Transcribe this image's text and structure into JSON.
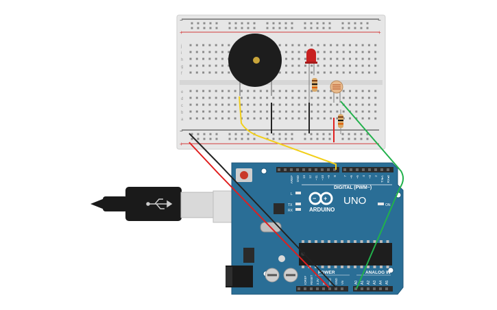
{
  "board": {
    "brand": "ARDUINO",
    "model": "UNO",
    "digital_label": "DIGITAL (PWM~)",
    "power_label": "POWER",
    "analog_label": "ANALOG IN",
    "digital_pins": [
      "AREF",
      "GND",
      "13",
      "12",
      "~11",
      "~10",
      "~9",
      "8",
      "7",
      "~6",
      "~5",
      "4",
      "~3",
      "2",
      "TX▸1",
      "RX◂0"
    ],
    "power_pins": [
      "IOREF",
      "RESET",
      "3.3V",
      "5V",
      "GND",
      "GND",
      "Vin"
    ],
    "analog_pins": [
      "A0",
      "A1",
      "A2",
      "A3",
      "A4",
      "A5"
    ],
    "led_labels": {
      "l": "L",
      "tx": "TX",
      "rx": "RX",
      "on": "ON"
    }
  },
  "breadboard": {
    "row_letters_top": [
      "j",
      "i",
      "h",
      "g",
      "f"
    ],
    "row_letters_bottom": [
      "e",
      "d",
      "c",
      "b",
      "a"
    ],
    "rail_plus": "+",
    "rail_minus": "−"
  },
  "colors": {
    "board": "#2a6e96",
    "board_edge": "#1f5678",
    "breadboard": "#e6e6e6",
    "rail_red": "#d33a3a",
    "rail_dark": "#333333",
    "wire_red": "#e01e1e",
    "wire_black": "#222222",
    "wire_yellow": "#f2cf1a",
    "wire_green": "#22b14c",
    "header": "#2b2b2b",
    "buzzer": "#1d1d1d",
    "led": "#c82020",
    "resistor": "#d8a96a"
  }
}
